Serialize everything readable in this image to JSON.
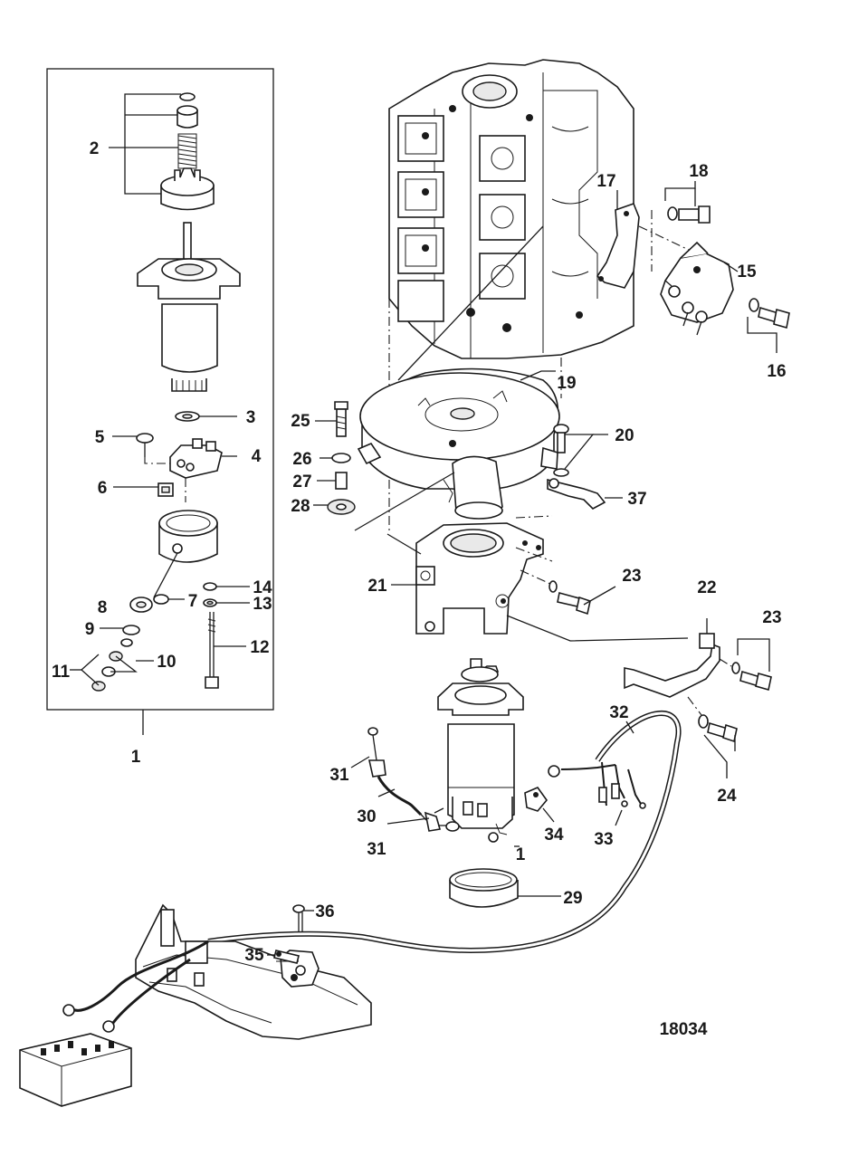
{
  "callouts": [
    "1",
    "2",
    "3",
    "4",
    "5",
    "6",
    "7",
    "8",
    "9",
    "10",
    "11",
    "12",
    "13",
    "14",
    "15",
    "16",
    "17",
    "18",
    "19",
    "20",
    "21",
    "22",
    "23",
    "24",
    "25",
    "26",
    "27",
    "28",
    "29",
    "30",
    "31",
    "32",
    "33",
    "34",
    "35",
    "36",
    "37"
  ],
  "drawing_number": "18034"
}
